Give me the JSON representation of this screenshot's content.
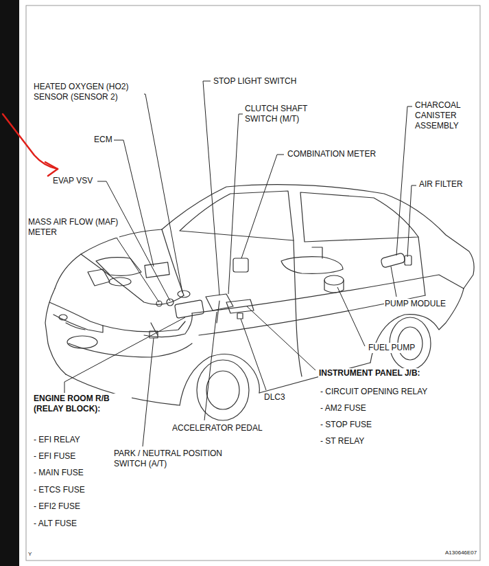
{
  "diagram": {
    "labels": [
      "HEATED OXYGEN (HO2) SENSOR (SENSOR 2)",
      "STOP LIGHT SWITCH",
      "CLUTCH SHAFT SWITCH (M/T)",
      "CHARCOAL CANISTER ASSEMBLY",
      "ECM",
      "COMBINATION METER",
      "EVAP VSV",
      "AIR FILTER",
      "MASS AIR FLOW (MAF) METER",
      "PUMP MODULE",
      "FUEL PUMP",
      "INSTRUMENT PANEL J/B:",
      "- CIRCUIT OPENING RELAY",
      "- AM2 FUSE",
      "- STOP FUSE",
      "- ST RELAY",
      "DLC3",
      "ENGINE ROOM R/B (RELAY BLOCK):",
      "- EFI RELAY",
      "- EFI FUSE",
      "- MAIN FUSE",
      "- ETCS FUSE",
      "- EFI2 FUSE",
      "- ALT FUSE",
      "ACCELERATOR PEDAL",
      "PARK / NEUTRAL POSITION SWITCH (A/T)",
      "Y",
      "A130646E07"
    ]
  }
}
